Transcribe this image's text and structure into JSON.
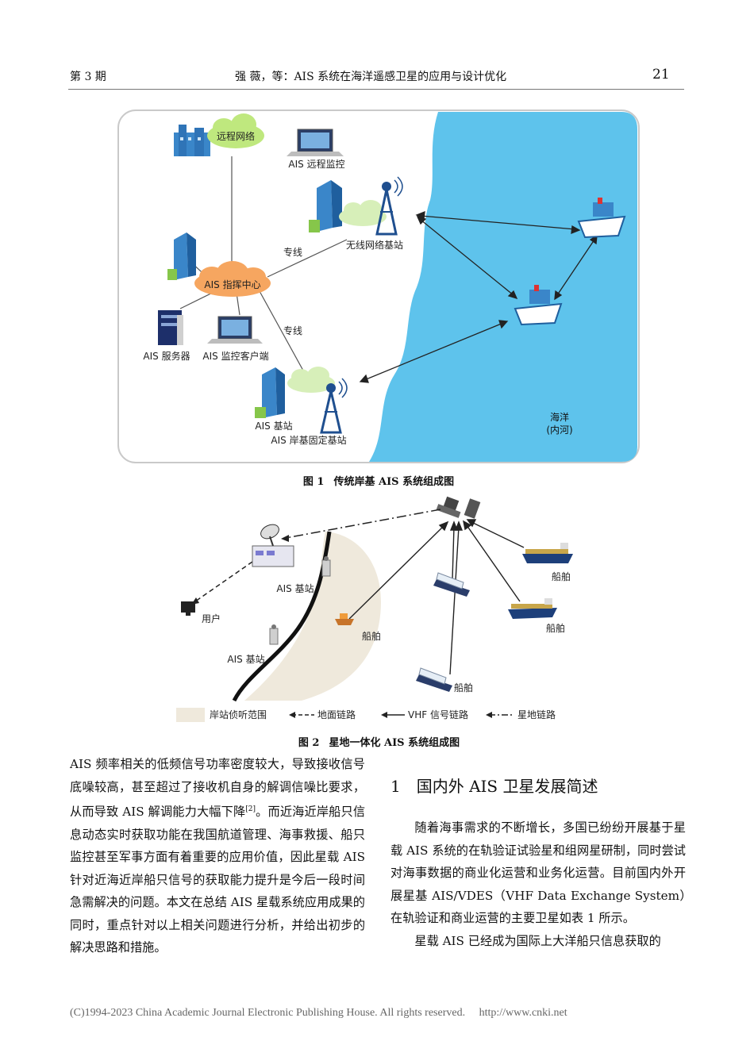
{
  "header": {
    "issue": "第 3 期",
    "title": "强 薇，等：AIS 系统在海洋遥感卫星的应用与设计优化",
    "page": "21"
  },
  "figure1": {
    "caption_num": "图 1",
    "caption_text": "传统岸基 AIS 系统组成图",
    "labels": {
      "remote_network": "远程网络",
      "remote_monitor": "AIS 远程监控",
      "wireless_station": "无线网络基站",
      "dedicated_line": "专线",
      "command_center": "AIS 指挥中心",
      "server": "AIS 服务器",
      "client": "AIS 监控客户端",
      "base_station": "AIS 基站",
      "shore_station": "AIS 岸基固定基站",
      "ocean": "海洋",
      "inland": "(内河)"
    }
  },
  "figure2": {
    "caption_num": "图 2",
    "caption_text": "星地一体化 AIS 系统组成图",
    "labels": {
      "base_station": "AIS 基站",
      "user": "用户",
      "ship": "船舶"
    },
    "legend": {
      "coverage": "岸站侦听范围",
      "ground": "地面链路",
      "vhf": "VHF 信号链路",
      "sat_ground": "星地链路"
    }
  },
  "left_column": {
    "p1_a": "AIS 频率相关的低频信号功率密度较大，导致接收信号底噪较高，甚至超过了接收机自身的解调信噪比要求，从而导致 AIS 解调能力大幅下降",
    "p1_ref": "[2]",
    "p1_b": "。而近海近岸船只信息动态实时获取功能在我国航道管理、海事救援、船只监控甚至军事方面有着重要的应用价值，因此星载 AIS 针对近海近岸船只信号的获取能力提升是今后一段时间急需解决的问题。本文在总结 AIS 星载系统应用成果的同时，重点针对以上相关问题进行分析，并给出初步的解决思路和措施。"
  },
  "right_column": {
    "heading": "1　国内外 AIS 卫星发展简述",
    "p1": "随着海事需求的不断增长，多国已纷纷开展基于星载 AIS 系统的在轨验证试验星和组网星研制，同时尝试对海事数据的商业化运营和业务化运营。目前国内外开展星基 AIS/VDES（VHF Data Exchange System）在轨验证和商业运营的主要卫星如表 1 所示。",
    "p2": "星载 AIS 已经成为国际上大洋船只信息获取的"
  },
  "footer": "(C)1994-2023 China Academic Journal Electronic Publishing House. All rights reserved.　 http://www.cnki.net",
  "colors": {
    "ocean": "#5ec3ec",
    "cloud_green": "#bfe87e",
    "cloud_orange": "#f6a660",
    "coverage": "#efe9dc"
  }
}
